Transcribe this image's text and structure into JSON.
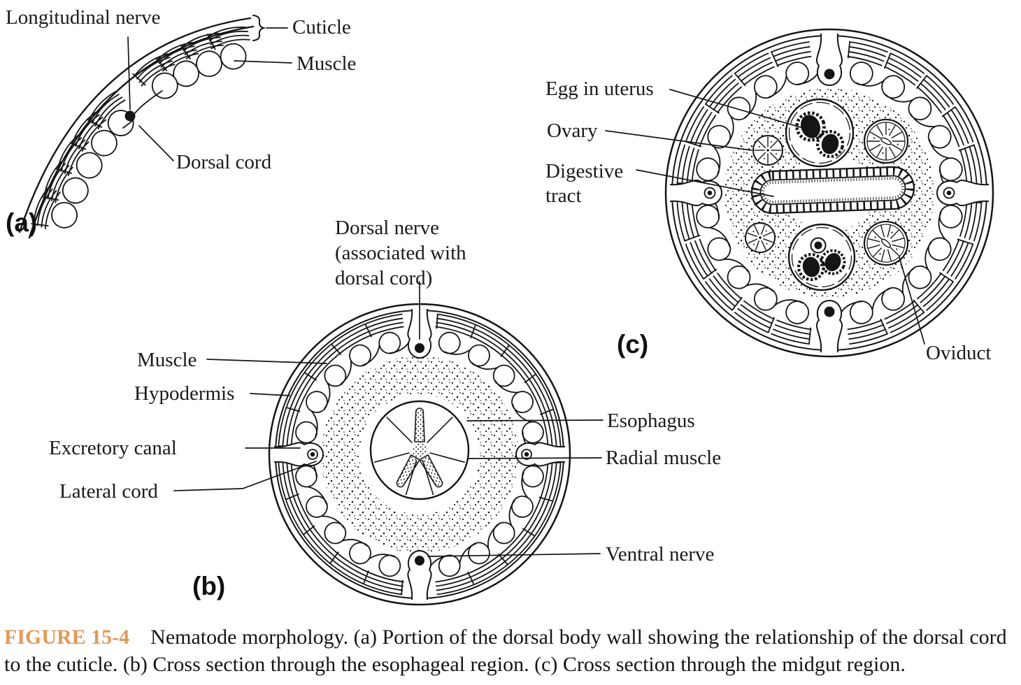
{
  "figure": {
    "panels": {
      "a": {
        "letter": "(a)",
        "labels": {
          "longitudinal_nerve": "Longitudinal nerve",
          "cuticle": "Cuticle",
          "muscle": "Muscle",
          "dorsal_cord": "Dorsal cord"
        }
      },
      "b": {
        "letter": "(b)",
        "labels": {
          "dorsal_nerve_line1": "Dorsal nerve",
          "dorsal_nerve_line2": "(associated with",
          "dorsal_nerve_line3": "dorsal cord)",
          "muscle": "Muscle",
          "hypodermis": "Hypodermis",
          "excretory_canal": "Excretory canal",
          "lateral_cord": "Lateral cord",
          "esophagus": "Esophagus",
          "radial_muscle": "Radial muscle",
          "ventral_nerve": "Ventral nerve"
        }
      },
      "c": {
        "letter": "(c)",
        "labels": {
          "egg_in_uterus": "Egg in uterus",
          "ovary": "Ovary",
          "digestive_line1": "Digestive",
          "digestive_line2": "tract",
          "oviduct": "Oviduct"
        }
      }
    },
    "caption": {
      "tag": "FIGURE 15-4",
      "tag_color": "#E29A58",
      "text": "Nematode morphology. (a) Portion of the dorsal body wall showing the relationship of the dorsal cord to the cuticle. (b) Cross section through the esophageal region. (c) Cross section through the midgut region."
    }
  }
}
